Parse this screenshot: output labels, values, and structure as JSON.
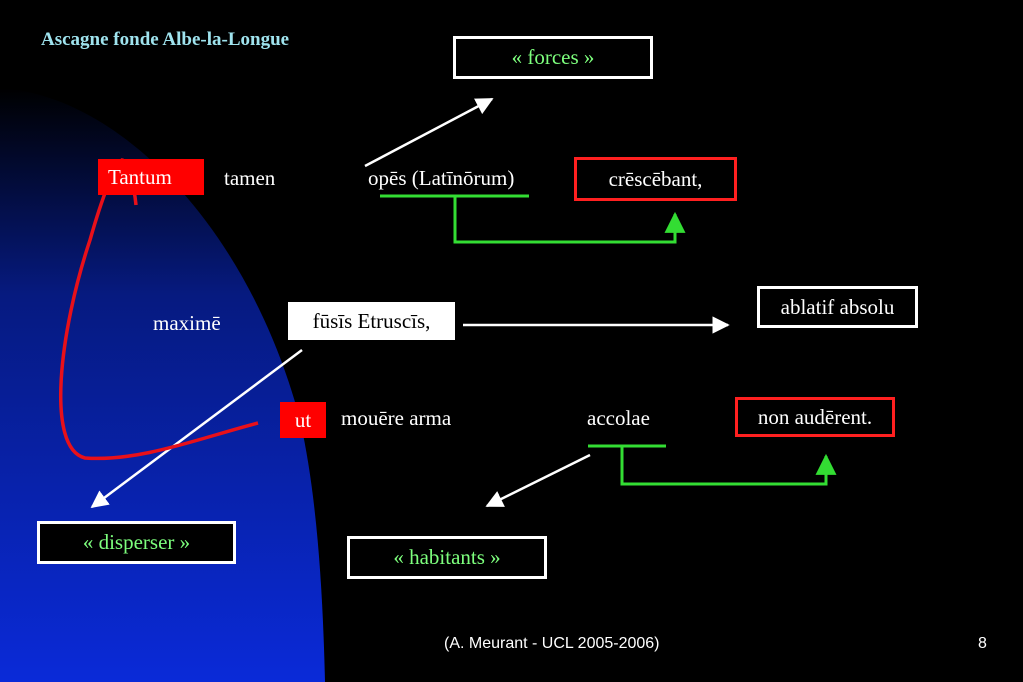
{
  "slide": {
    "title": "Ascagne fonde Albe-la-Longue",
    "footer": "(A. Meurant - UCL 2005-2006)",
    "page_number": "8"
  },
  "glosses": {
    "forces": "« forces »",
    "disperser": "« disperser »",
    "habitants": "« habitants »",
    "ablatif": "ablatif absolu"
  },
  "line1": {
    "tantum": "Tantum",
    "tamen": "tamen",
    "opes": "opēs (Latīnōrum)",
    "crescebant": "crēscēbant,"
  },
  "line2": {
    "maxime": "maximē",
    "fusis": "fūsīs Etruscīs,"
  },
  "line3": {
    "ut": "ut",
    "mouere": "mouēre arma",
    "accolae": "accolae",
    "auderent": "non audērent."
  },
  "colors": {
    "background": "#000000",
    "blue_shape": "#0a2ad8",
    "gloss_text": "#7dff7d",
    "title": "#9fe3ee",
    "red": "#ff0000",
    "green_link": "#33dd33"
  }
}
